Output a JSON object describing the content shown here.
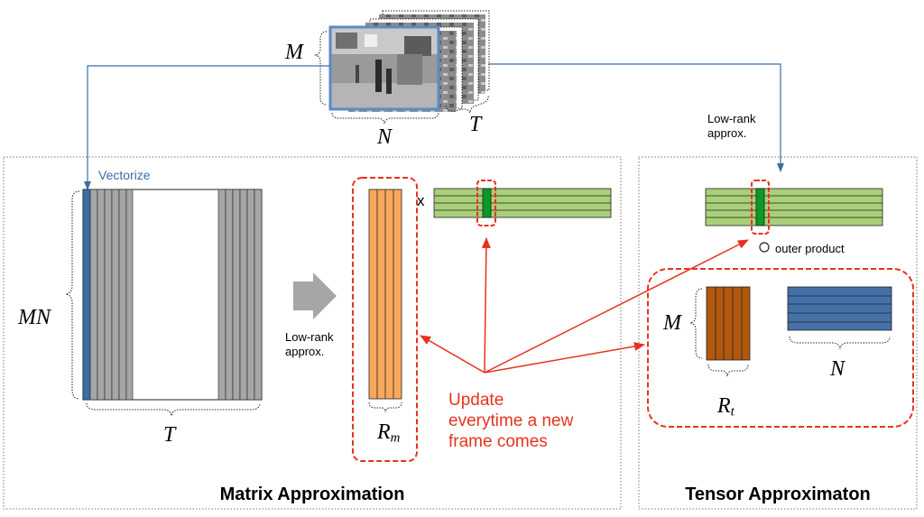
{
  "video": {
    "dim_m": "M",
    "dim_n": "N",
    "dim_t": "T"
  },
  "matrix_panel": {
    "title": "Matrix Approximation",
    "vectorize_label": "Vectorize",
    "rows_label": "MN",
    "cols_label": "T",
    "low_rank_label": "Low-rank\napprox.",
    "rank_symbol": "R",
    "rank_sub": "m",
    "times_symbol": "x"
  },
  "tensor_panel": {
    "title": "Tensor Approximaton",
    "low_rank_label": "Low-rank\napprox.",
    "outer_product_label": "outer product",
    "dim_m": "M",
    "dim_n": "N",
    "rank_symbol": "R",
    "rank_sub": "t"
  },
  "update_note": "Update\neverytime a new\nframe comes",
  "colors": {
    "blue": "#3c6ea6",
    "gray": "#a6a6a6",
    "orange": "#f7a85a",
    "green": "#a9cf7a",
    "dark_green": "#0b9a26",
    "brown": "#b2580e",
    "steel_blue": "#4472a8",
    "red": "#e8321e"
  }
}
